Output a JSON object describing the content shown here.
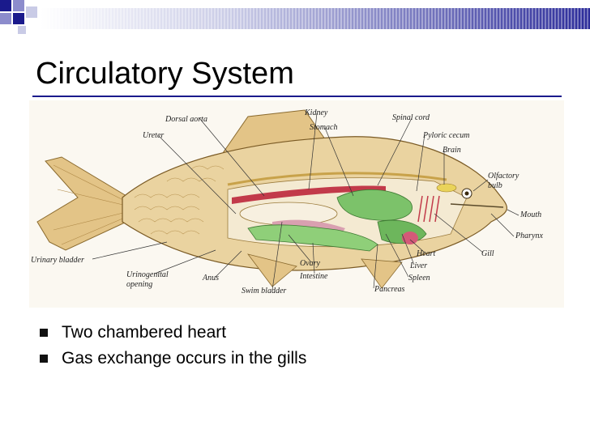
{
  "slide": {
    "title": "Circulatory System",
    "bullets": [
      "Two chambered heart",
      "Gas exchange occurs in the gills"
    ]
  },
  "diagram": {
    "labels": {
      "dorsal_aorta": "Dorsal aorta",
      "kidney": "Kidney",
      "spinal_cord": "Spinal cord",
      "stomach": "Stomach",
      "ureter": "Ureter",
      "pyloric_cecum": "Pyloric cecum",
      "brain": "Brain",
      "olfactory_1": "Olfactory",
      "olfactory_2": "bulb",
      "mouth": "Mouth",
      "pharynx": "Pharynx",
      "gill": "Gill",
      "heart": "Heart",
      "liver": "Liver",
      "spleen": "Spleen",
      "pancreas": "Pancreas",
      "urinary_bladder": "Urinary bladder",
      "urinogenital_1": "Urinogenital",
      "urinogenital_2": "opening",
      "anus": "Anus",
      "ovary": "Ovary",
      "intestine": "Intestine",
      "swim_bladder": "Swim bladder"
    }
  },
  "colors": {
    "accent_blue": "#1a1a8c",
    "fish_body": "#e8c98f",
    "organs_green": "#7cc26a",
    "gills_pink": "#e58ba0"
  }
}
